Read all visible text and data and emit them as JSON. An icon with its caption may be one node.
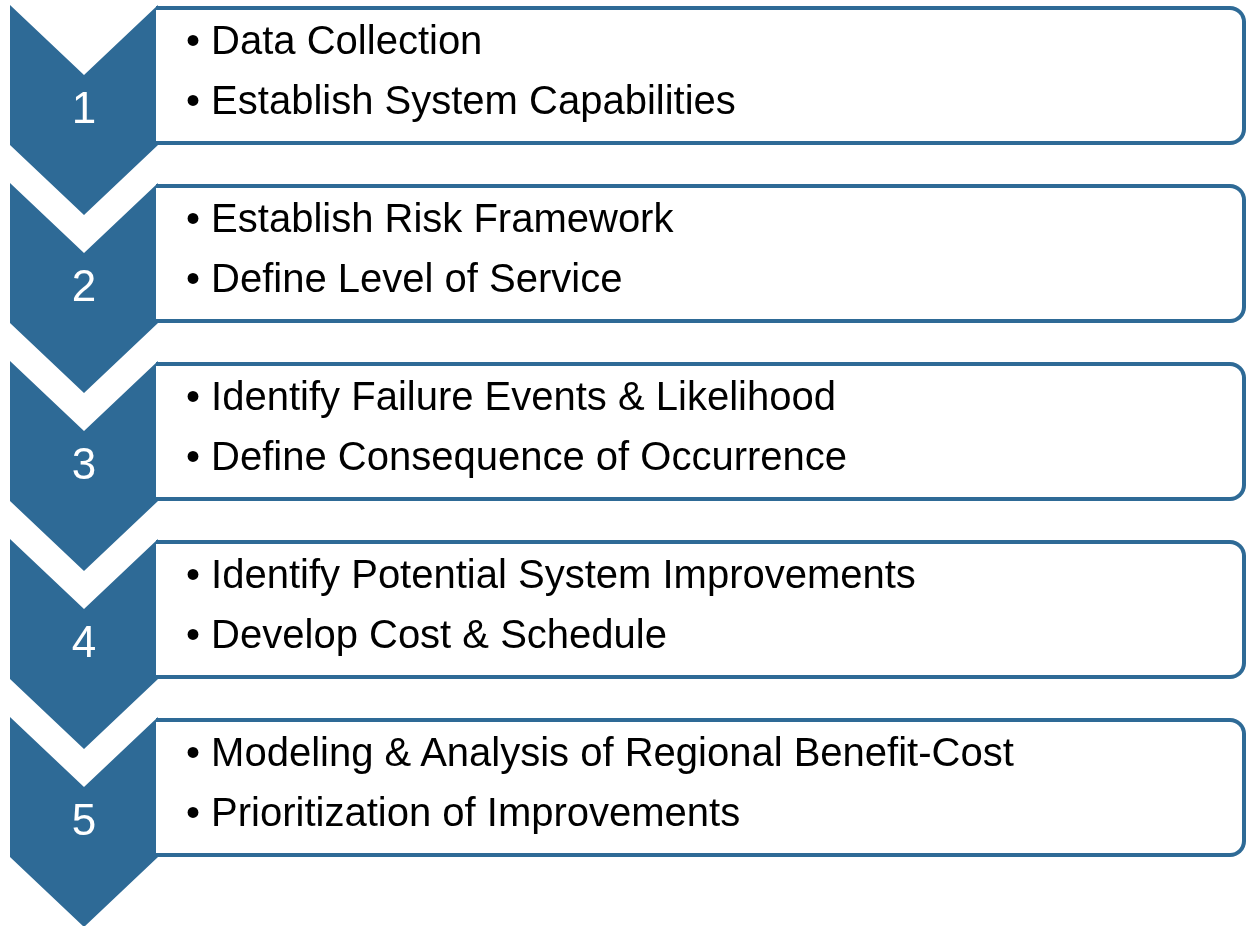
{
  "diagram": {
    "nodes": [
      {
        "text": [
          "1"
        ]
      },
      {
        "text": [
          "• Data Collection",
          "• Establish System Capabilities"
        ]
      },
      {
        "text": [
          "2"
        ]
      },
      {
        "text": [
          "• Establish Risk Framework",
          "• Define Level of Service"
        ]
      },
      {
        "text": [
          "3"
        ]
      },
      {
        "text": [
          "• Identify Failure Events & Likelihood",
          "• Define Consequence of Occurrence"
        ]
      },
      {
        "text": [
          "4"
        ]
      },
      {
        "text": [
          "• Identify Potential System Improvements",
          "• Develop Cost & Schedule"
        ]
      },
      {
        "text": [
          "5"
        ]
      },
      {
        "text": [
          "• Modeling & Analysis of Regional Benefit-Cost",
          "• Prioritization of Improvements"
        ]
      }
    ]
  }
}
